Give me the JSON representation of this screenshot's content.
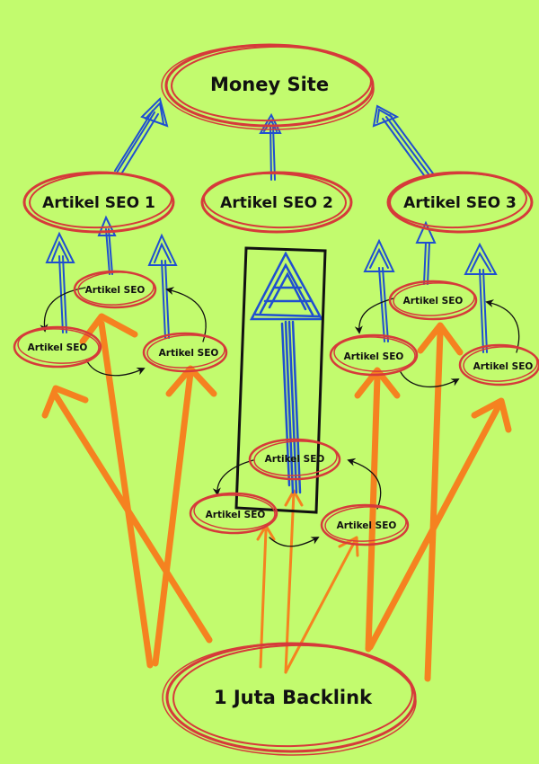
{
  "nodes": {
    "money_site": "Money Site",
    "artikel_seo_1": "Artikel SEO 1",
    "artikel_seo_2": "Artikel SEO 2",
    "artikel_seo_3": "Artikel SEO 3",
    "backlink": "1 Juta Backlink",
    "tier2_label": "Artikel SEO"
  },
  "colors": {
    "background": "#c2fb6e",
    "ellipse_stroke": "#d63a3a",
    "blue_arrow": "#1f4fd0",
    "orange_arrow": "#f58220",
    "black_arrow": "#111111"
  }
}
